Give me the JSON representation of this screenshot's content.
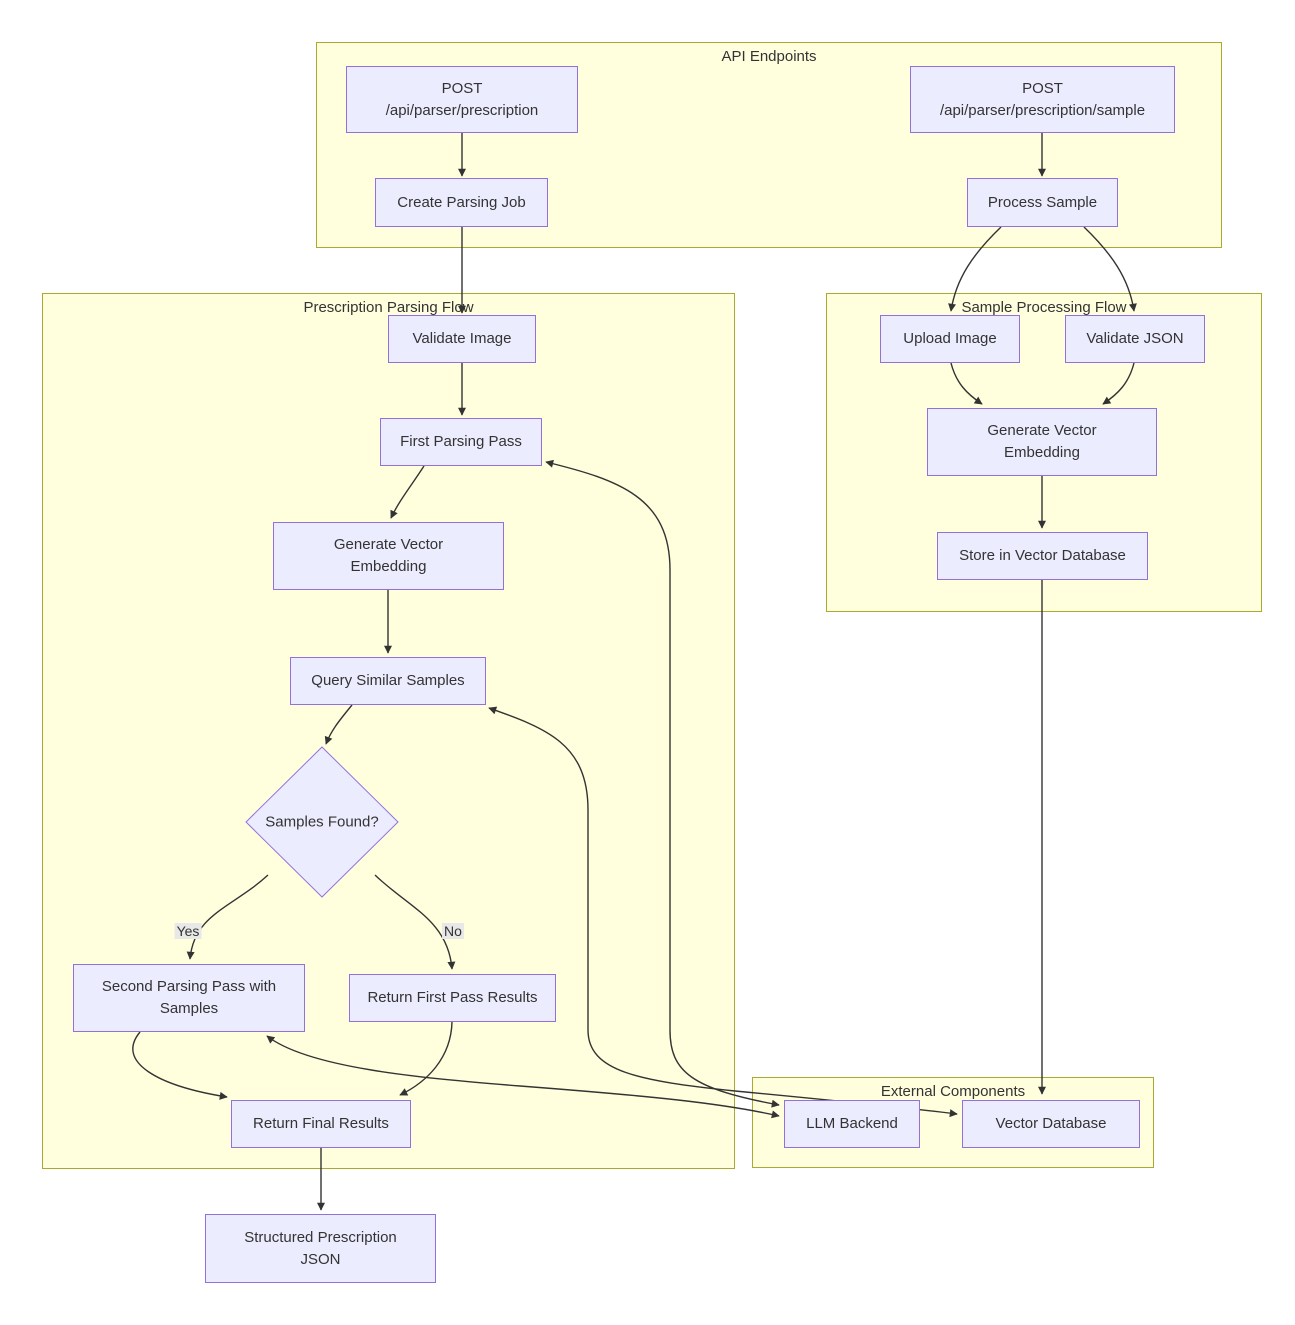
{
  "subgraphs": {
    "api": {
      "label": "API Endpoints"
    },
    "prescription": {
      "label": "Prescription Parsing Flow"
    },
    "sample": {
      "label": "Sample Processing Flow"
    },
    "external": {
      "label": "External Components"
    }
  },
  "nodes": {
    "post_prescription": {
      "lines": [
        "POST",
        "/api/parser/prescription"
      ]
    },
    "create_parsing_job": {
      "lines": [
        "Create Parsing Job"
      ]
    },
    "post_prescription_sample": {
      "lines": [
        "POST",
        "/api/parser/prescription/sample"
      ]
    },
    "process_sample": {
      "lines": [
        "Process Sample"
      ]
    },
    "validate_image": {
      "lines": [
        "Validate Image"
      ]
    },
    "first_parsing_pass": {
      "lines": [
        "First Parsing Pass"
      ]
    },
    "generate_vector_embedding": {
      "lines": [
        "Generate Vector",
        "Embedding"
      ]
    },
    "query_similar_samples": {
      "lines": [
        "Query Similar Samples"
      ]
    },
    "samples_found": {
      "lines": [
        "Samples Found?"
      ]
    },
    "second_parsing_pass": {
      "lines": [
        "Second Parsing Pass with",
        "Samples"
      ]
    },
    "return_first_pass": {
      "lines": [
        "Return First Pass Results"
      ]
    },
    "return_final_results": {
      "lines": [
        "Return Final Results"
      ]
    },
    "structured_json": {
      "lines": [
        "Structured Prescription",
        "JSON"
      ]
    },
    "upload_image": {
      "lines": [
        "Upload Image"
      ]
    },
    "validate_json": {
      "lines": [
        "Validate JSON"
      ]
    },
    "generate_vector_embedding_sample": {
      "lines": [
        "Generate Vector",
        "Embedding"
      ]
    },
    "store_vector_db": {
      "lines": [
        "Store in Vector Database"
      ]
    },
    "llm_backend": {
      "lines": [
        "LLM Backend"
      ]
    },
    "vector_database": {
      "lines": [
        "Vector Database"
      ]
    }
  },
  "edge_labels": {
    "yes": "Yes",
    "no": "No"
  },
  "colors": {
    "node_fill": "#ECECFF",
    "node_border": "#9370DB",
    "subgraph_fill": "#FFFFDE",
    "subgraph_border": "#AAAA33",
    "edge": "#333333",
    "edge_label_bg": "#E8E8E8",
    "text": "#333333"
  }
}
